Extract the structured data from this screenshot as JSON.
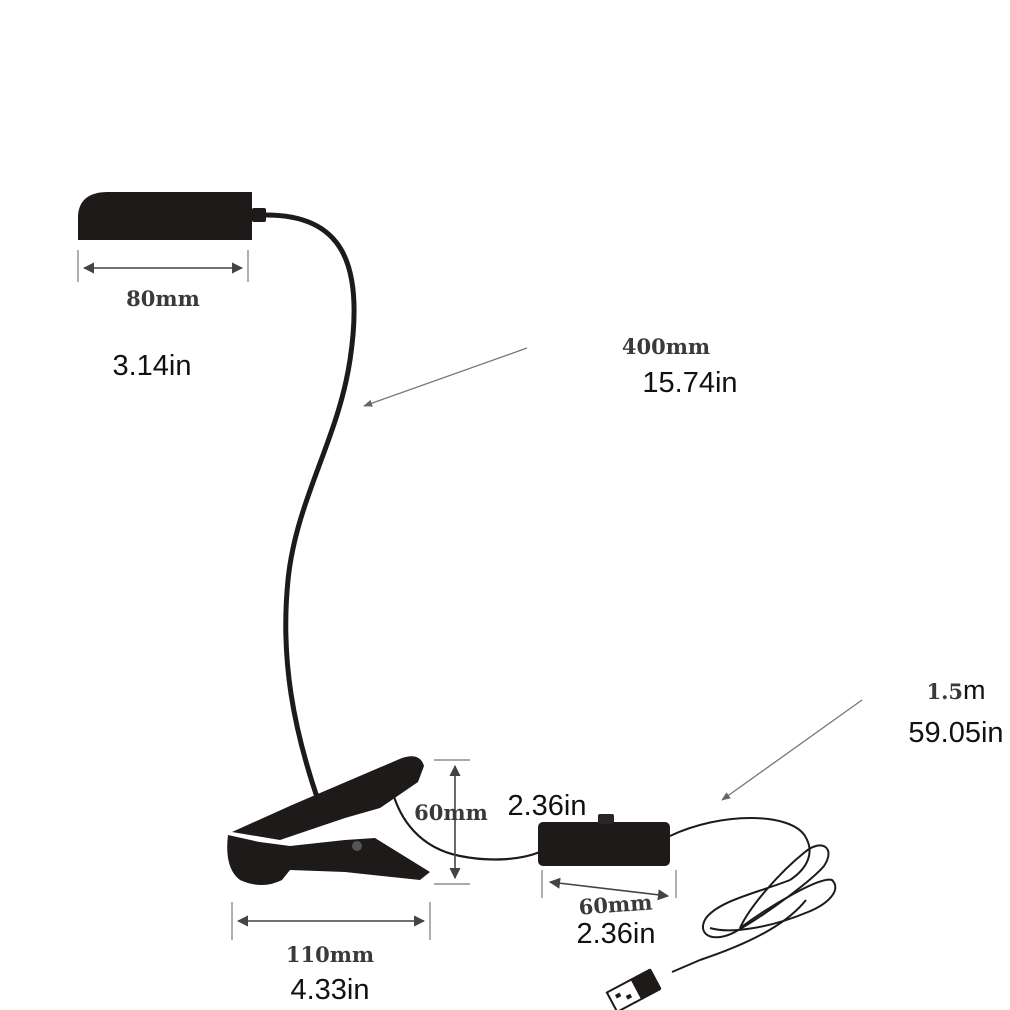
{
  "lamp_head": {
    "width_mm": "80mm",
    "width_in": "3.14in"
  },
  "gooseneck": {
    "length_mm": "400mm",
    "length_in": "15.74in"
  },
  "cable": {
    "length_m_prefix": "1.5",
    "length_m_unit": "m",
    "length_in": "59.05in"
  },
  "clip": {
    "height_mm": "60mm",
    "height_in": "2.36in",
    "width_mm": "110mm",
    "width_in": "4.33in"
  },
  "switch": {
    "width_mm": "60mm",
    "width_in": "2.36in"
  },
  "colors": {
    "product": "#1e1a19",
    "dimension_lines": "#444444",
    "background": "#ffffff"
  }
}
